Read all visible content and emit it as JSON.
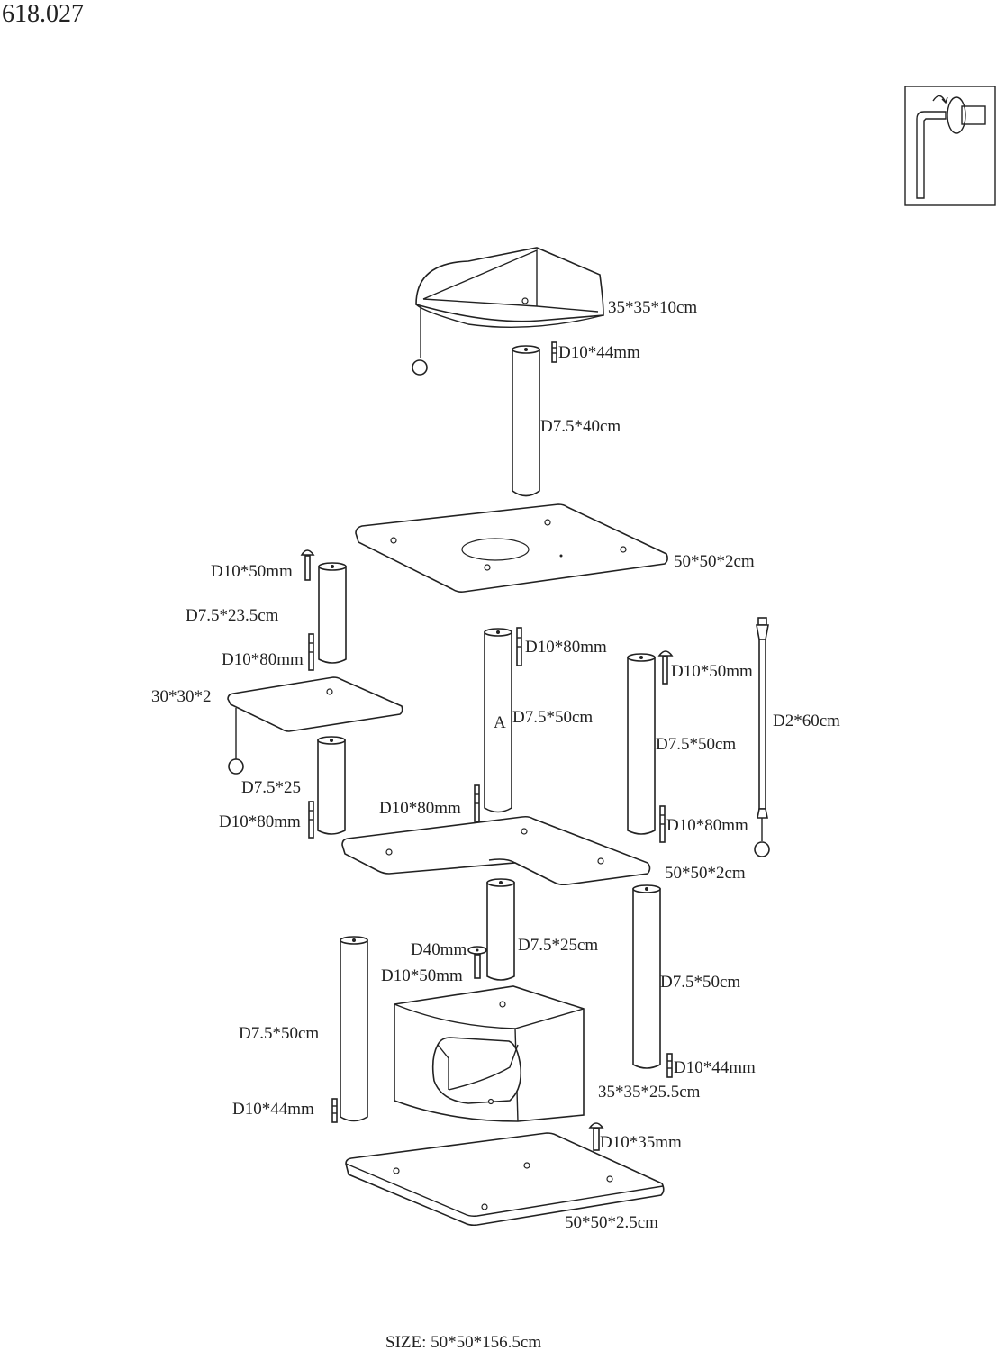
{
  "model": "618.027",
  "labels": {
    "top_perch": "35*35*10cm",
    "bolt_top": "D10*44mm",
    "post_top": "D7.5*40cm",
    "platform_upper": "50*50*2cm",
    "bolt_small_left": "D10*50mm",
    "post_small_upper": "D7.5*23.5cm",
    "bolt_small_left_2": "D10*80mm",
    "small_platform": "30*30*2",
    "post_small_lower": "D7.5*25",
    "bolt_small_lower": "D10*80mm",
    "bolt_post_a_top": "D10*80mm",
    "post_a_letter": "A",
    "post_a": "D7.5*50cm",
    "bolt_post_a_bottom": "D10*80mm",
    "bolt_right_top": "D10*50mm",
    "post_right": "D7.5*50cm",
    "bolt_right_bottom": "D10*80mm",
    "rope": "D2*60cm",
    "platform_middle": "50*50*2cm",
    "washer": "D40mm",
    "bolt_washer": "D10*50mm",
    "post_short": "D7.5*25cm",
    "post_right_lower": "D7.5*50cm",
    "bolt_right_lower": "D10*44mm",
    "condo": "35*35*25.5cm",
    "post_left_lower": "D7.5*50cm",
    "bolt_left_lower": "D10*44mm",
    "bolt_base": "D10*35mm",
    "base": "50*50*2.5cm"
  },
  "size_label": "SIZE: 50*50*156.5cm",
  "icons": [
    "allen-key-icon",
    "bolt-icon",
    "washer-icon",
    "ball-toy-icon"
  ]
}
